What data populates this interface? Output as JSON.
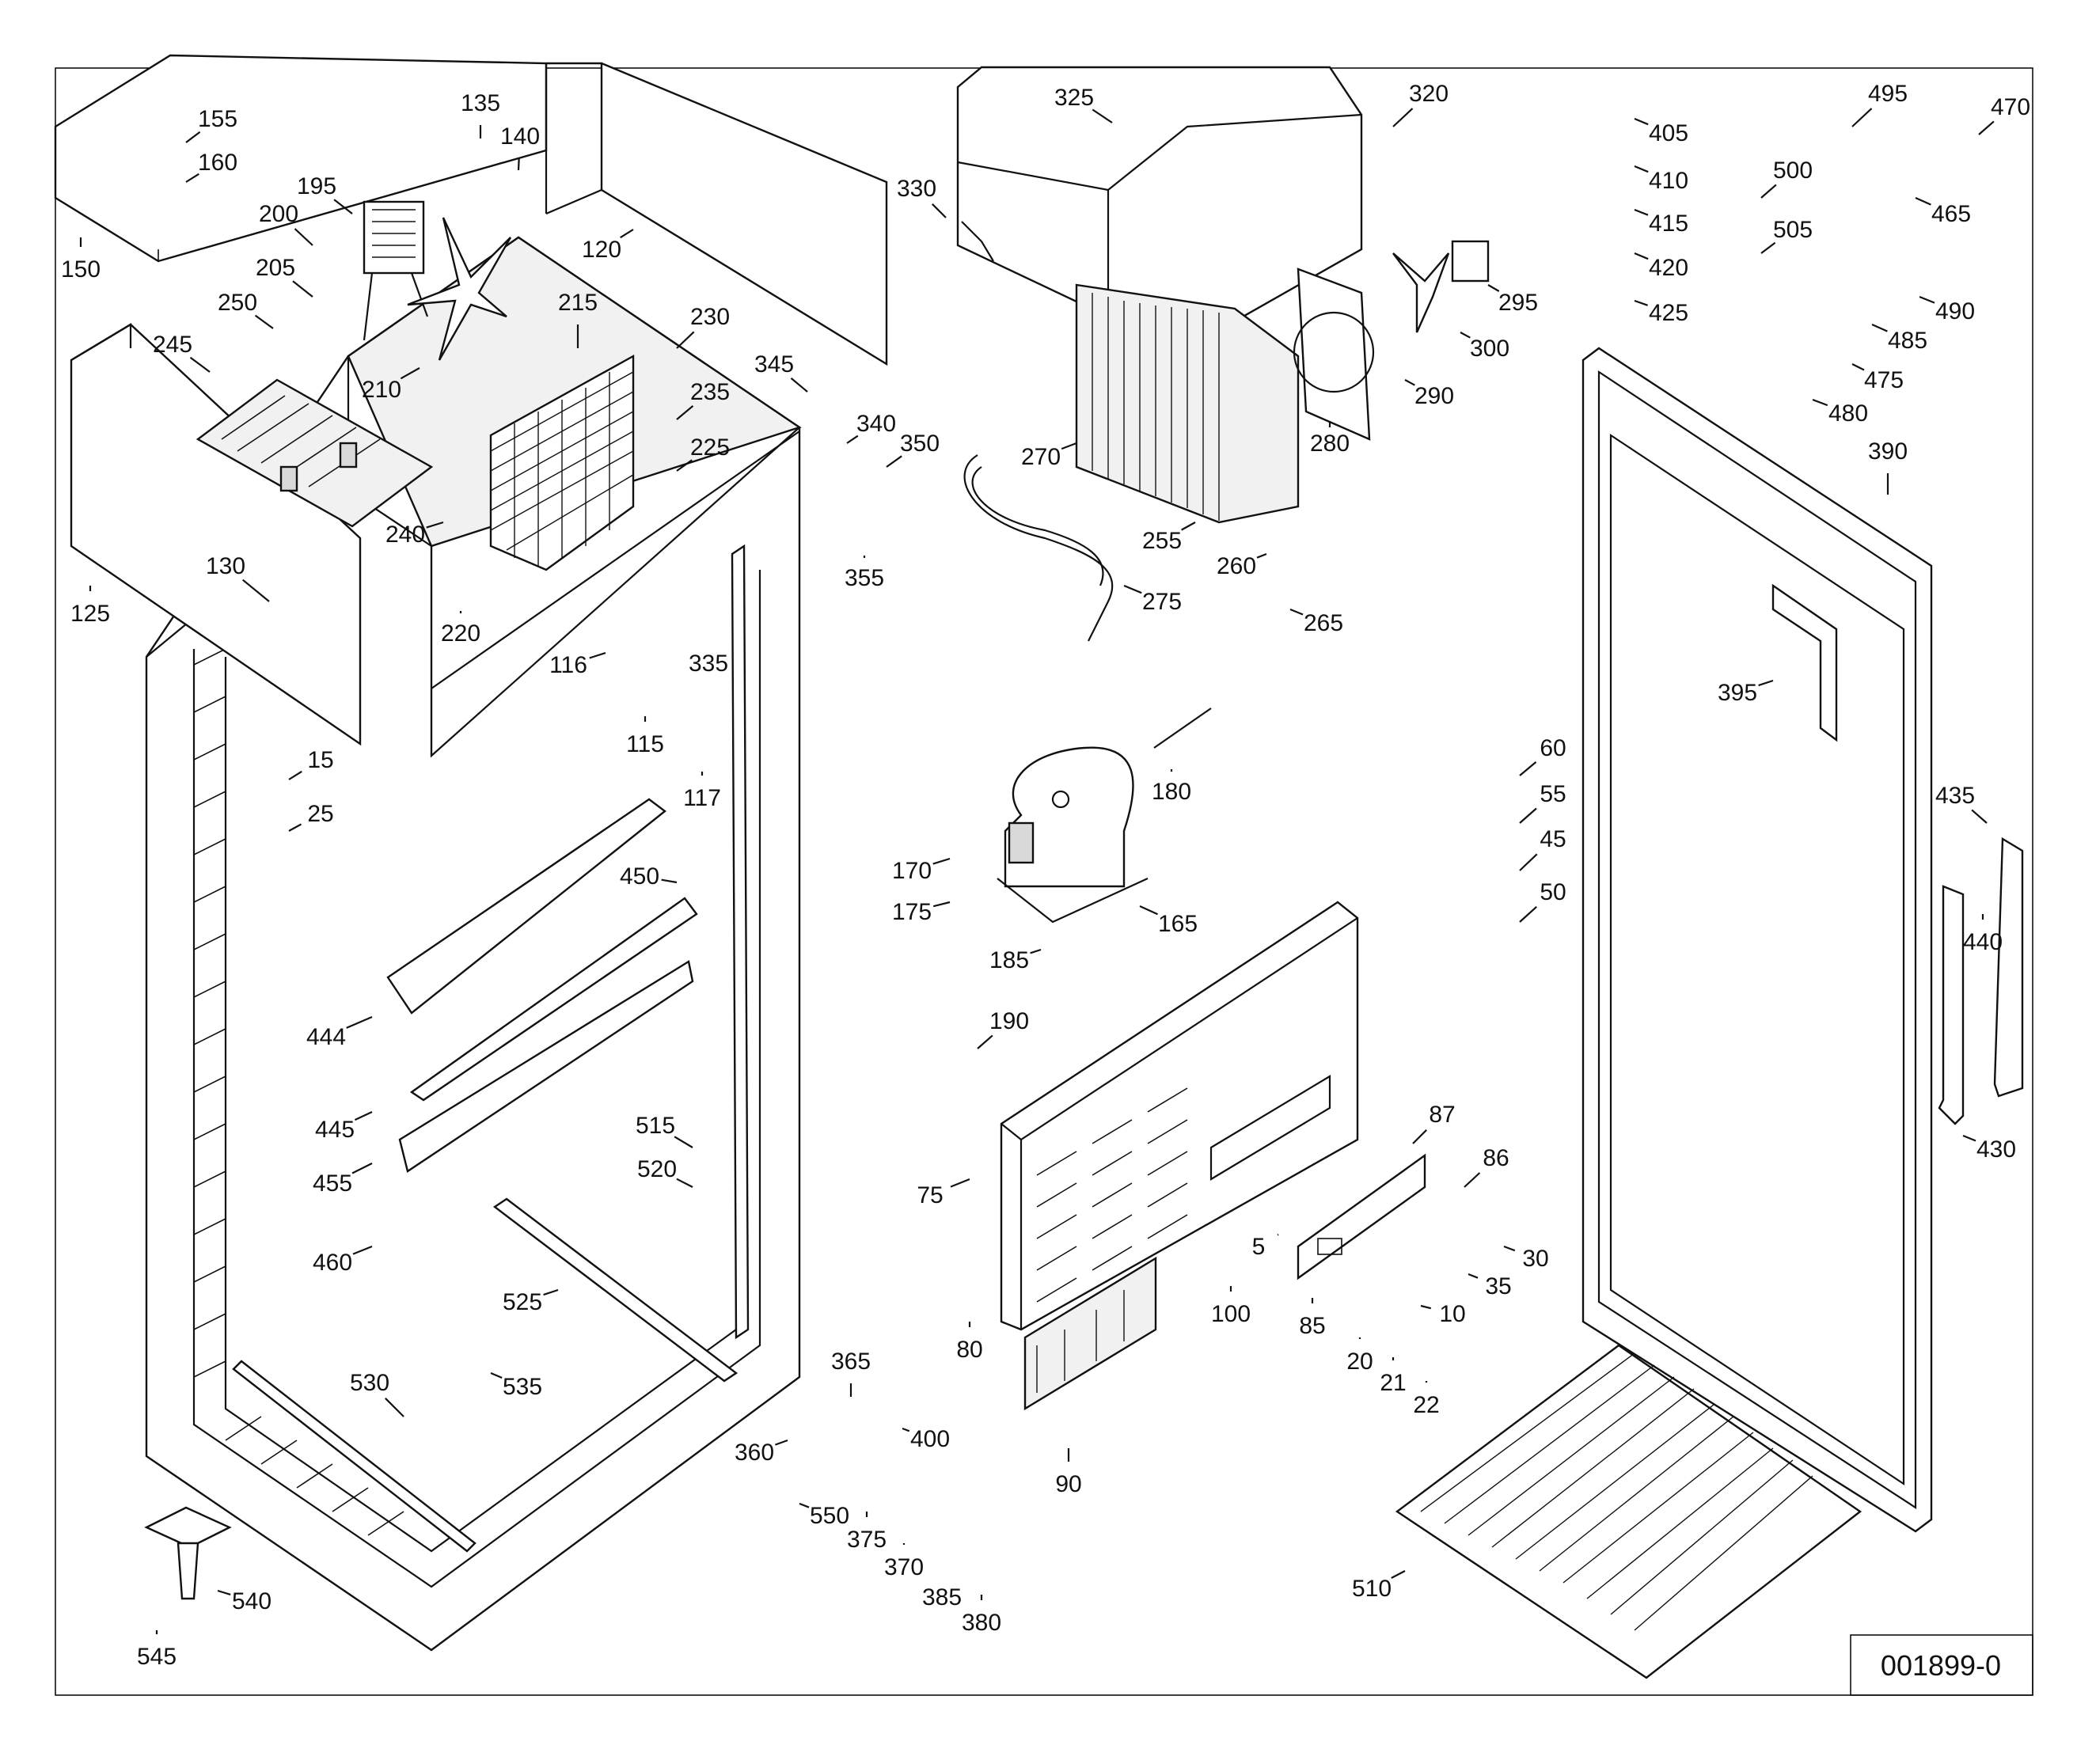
{
  "document": {
    "id": "001899-0"
  },
  "callouts": [
    {
      "n": "155"
    },
    {
      "n": "160"
    },
    {
      "n": "150"
    },
    {
      "n": "135"
    },
    {
      "n": "140"
    },
    {
      "n": "120"
    },
    {
      "n": "195"
    },
    {
      "n": "200"
    },
    {
      "n": "205"
    },
    {
      "n": "250"
    },
    {
      "n": "245"
    },
    {
      "n": "210"
    },
    {
      "n": "215"
    },
    {
      "n": "230"
    },
    {
      "n": "235"
    },
    {
      "n": "225"
    },
    {
      "n": "240"
    },
    {
      "n": "220"
    },
    {
      "n": "125"
    },
    {
      "n": "130"
    },
    {
      "n": "330"
    },
    {
      "n": "325"
    },
    {
      "n": "320"
    },
    {
      "n": "345"
    },
    {
      "n": "340"
    },
    {
      "n": "350"
    },
    {
      "n": "355"
    },
    {
      "n": "270"
    },
    {
      "n": "275"
    },
    {
      "n": "255"
    },
    {
      "n": "260"
    },
    {
      "n": "265"
    },
    {
      "n": "280"
    },
    {
      "n": "290"
    },
    {
      "n": "295"
    },
    {
      "n": "300"
    },
    {
      "n": "116"
    },
    {
      "n": "115"
    },
    {
      "n": "117"
    },
    {
      "n": "335"
    },
    {
      "n": "15"
    },
    {
      "n": "25"
    },
    {
      "n": "450"
    },
    {
      "n": "444"
    },
    {
      "n": "445"
    },
    {
      "n": "455"
    },
    {
      "n": "515"
    },
    {
      "n": "520"
    },
    {
      "n": "460"
    },
    {
      "n": "525"
    },
    {
      "n": "530"
    },
    {
      "n": "535"
    },
    {
      "n": "545"
    },
    {
      "n": "540"
    },
    {
      "n": "180"
    },
    {
      "n": "170"
    },
    {
      "n": "175"
    },
    {
      "n": "165"
    },
    {
      "n": "185"
    },
    {
      "n": "190"
    },
    {
      "n": "75"
    },
    {
      "n": "80"
    },
    {
      "n": "90"
    },
    {
      "n": "365"
    },
    {
      "n": "360"
    },
    {
      "n": "550"
    },
    {
      "n": "375"
    },
    {
      "n": "400"
    },
    {
      "n": "370"
    },
    {
      "n": "385"
    },
    {
      "n": "380"
    },
    {
      "n": "5"
    },
    {
      "n": "100"
    },
    {
      "n": "85"
    },
    {
      "n": "20"
    },
    {
      "n": "21"
    },
    {
      "n": "22"
    },
    {
      "n": "10"
    },
    {
      "n": "35"
    },
    {
      "n": "30"
    },
    {
      "n": "86"
    },
    {
      "n": "87"
    },
    {
      "n": "60"
    },
    {
      "n": "55"
    },
    {
      "n": "45"
    },
    {
      "n": "50"
    },
    {
      "n": "405"
    },
    {
      "n": "410"
    },
    {
      "n": "415"
    },
    {
      "n": "420"
    },
    {
      "n": "425"
    },
    {
      "n": "495"
    },
    {
      "n": "500"
    },
    {
      "n": "505"
    },
    {
      "n": "470"
    },
    {
      "n": "465"
    },
    {
      "n": "490"
    },
    {
      "n": "485"
    },
    {
      "n": "475"
    },
    {
      "n": "480"
    },
    {
      "n": "390"
    },
    {
      "n": "395"
    },
    {
      "n": "435"
    },
    {
      "n": "440"
    },
    {
      "n": "430"
    },
    {
      "n": "510"
    }
  ]
}
